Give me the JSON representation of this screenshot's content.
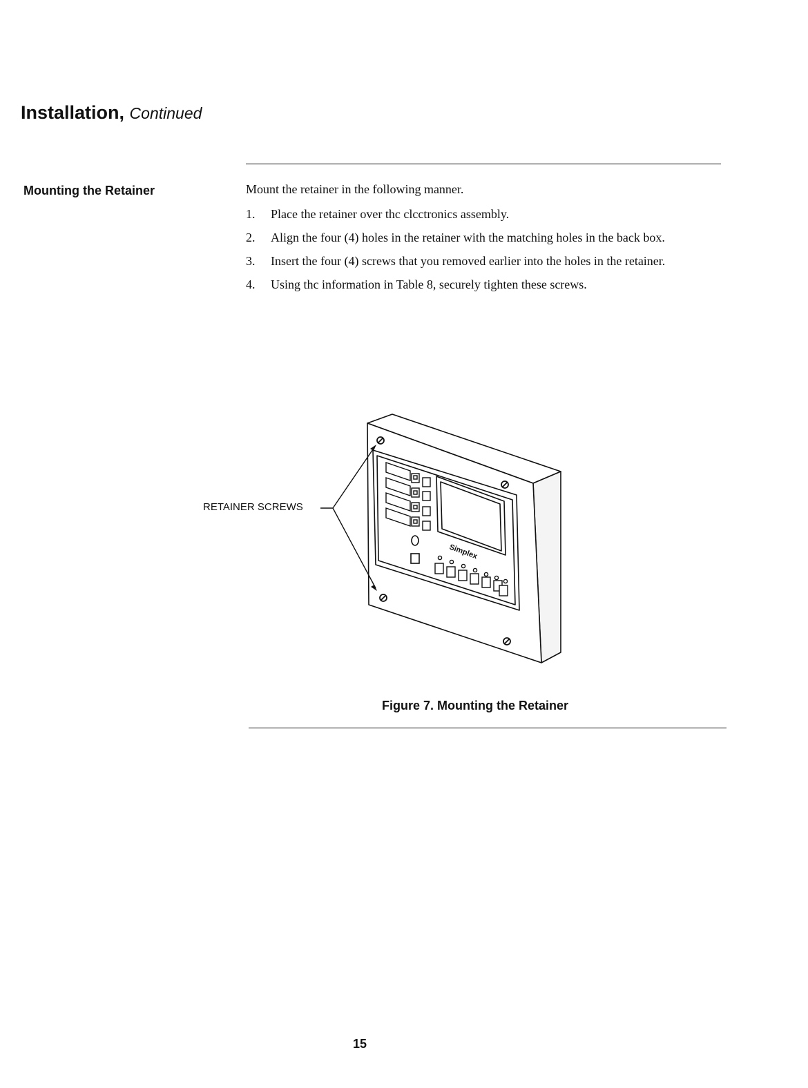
{
  "header": {
    "title": "Installation,",
    "continued": "Continued"
  },
  "section": {
    "heading": "Mounting the Retainer"
  },
  "body": {
    "intro": "Mount the retainer in the following manner.",
    "steps": [
      {
        "num": "1.",
        "text": "Place the retainer over thc clcctronics assembly."
      },
      {
        "num": "2.",
        "text": "Align the four (4) holes in the retainer with the matching holes in the back box."
      },
      {
        "num": "3.",
        "text": "Insert the four (4) screws that you removed earlier into the holes in the retainer."
      },
      {
        "num": "4.",
        "text": "Using thc information in Table 8, securely tighten these screws."
      }
    ]
  },
  "figure": {
    "callout": "RETAINER SCREWS",
    "logo": "Simplex",
    "caption": "Figure 7.  Mounting the Retainer"
  },
  "footer": {
    "page_number": "15"
  }
}
